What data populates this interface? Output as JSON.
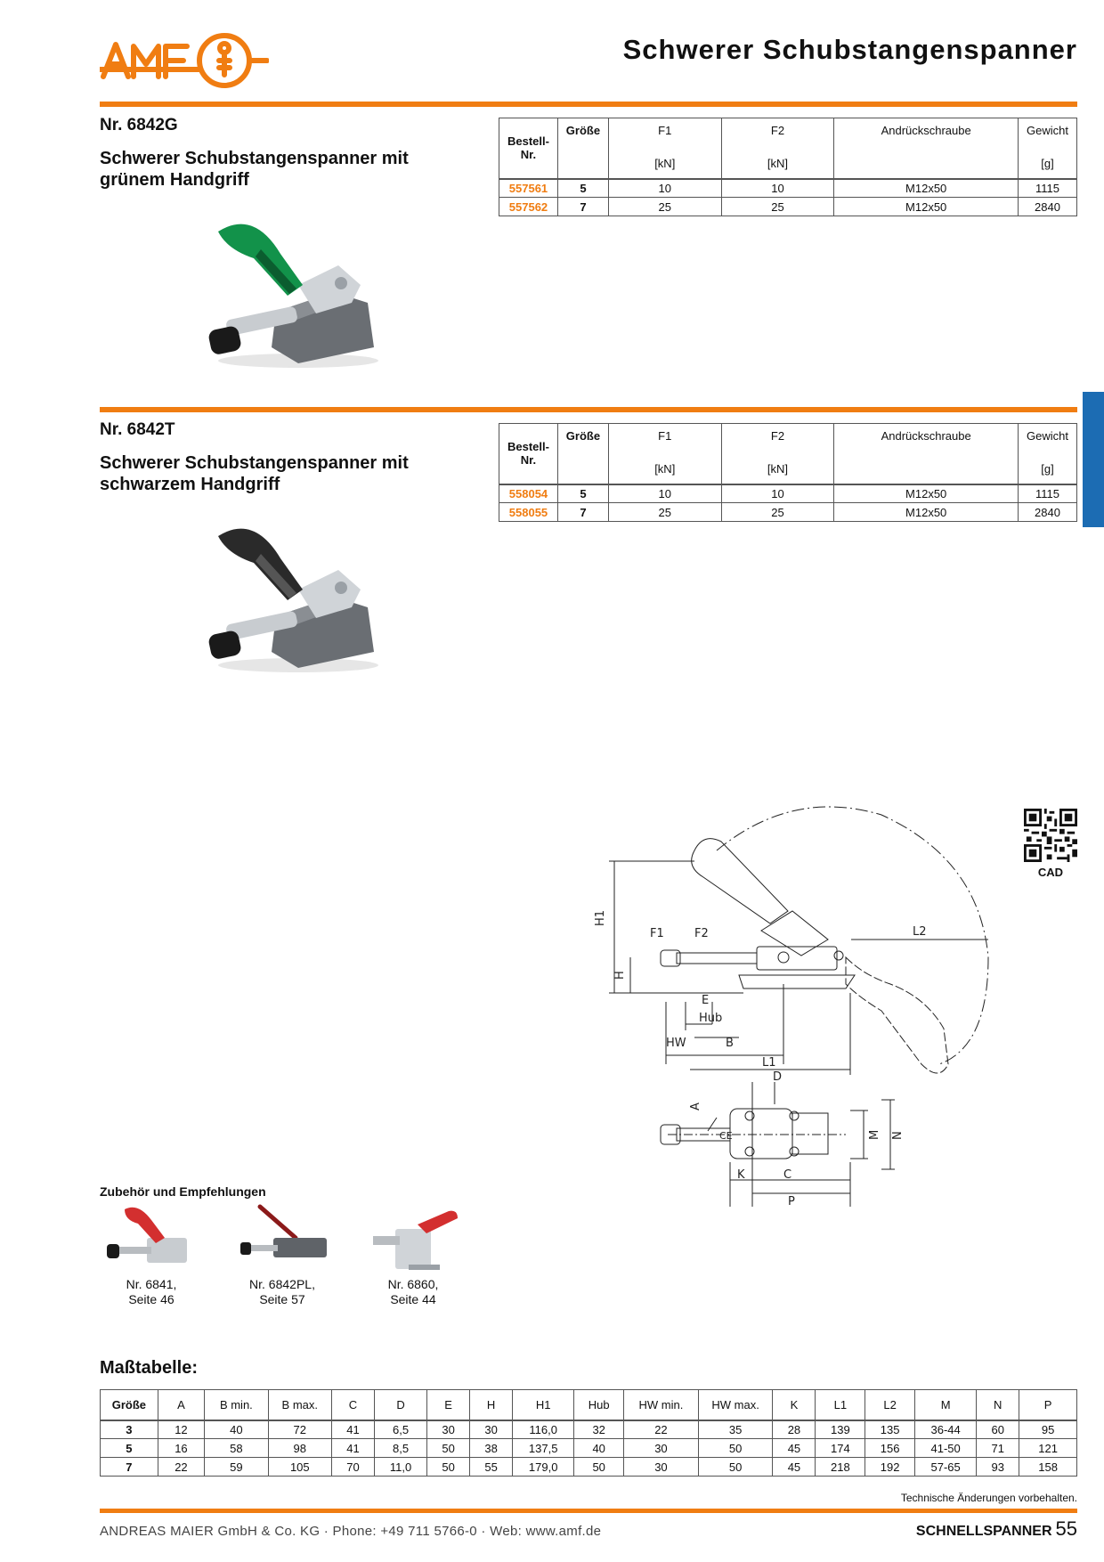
{
  "header": {
    "logo_text": "AMF",
    "title": "Schwerer Schubstangenspanner"
  },
  "products": [
    {
      "number": "Nr. 6842G",
      "description": "Schwerer Schubstangenspanner mit grünem Handgriff",
      "handle_color": "#12924a",
      "table": {
        "headers": {
          "order_no": "Bestell-Nr.",
          "size": "Größe",
          "f1": "F1",
          "f1_unit": "[kN]",
          "f2": "F2",
          "f2_unit": "[kN]",
          "screw": "Andrückschraube",
          "weight": "Gewicht",
          "weight_unit": "[g]"
        },
        "rows": [
          {
            "order_no": "557561",
            "size": "5",
            "f1": "10",
            "f2": "10",
            "screw": "M12x50",
            "weight": "1115"
          },
          {
            "order_no": "557562",
            "size": "7",
            "f1": "25",
            "f2": "25",
            "screw": "M12x50",
            "weight": "2840"
          }
        ]
      }
    },
    {
      "number": "Nr. 6842T",
      "description": "Schwerer Schubstangenspanner mit schwarzem Handgriff",
      "handle_color": "#2a2a2a",
      "table": {
        "headers": {
          "order_no": "Bestell-Nr.",
          "size": "Größe",
          "f1": "F1",
          "f1_unit": "[kN]",
          "f2": "F2",
          "f2_unit": "[kN]",
          "screw": "Andrückschraube",
          "weight": "Gewicht",
          "weight_unit": "[g]"
        },
        "rows": [
          {
            "order_no": "558054",
            "size": "5",
            "f1": "10",
            "f2": "10",
            "screw": "M12x50",
            "weight": "1115"
          },
          {
            "order_no": "558055",
            "size": "7",
            "f1": "25",
            "f2": "25",
            "screw": "M12x50",
            "weight": "2840"
          }
        ]
      }
    }
  ],
  "drawing_labels": {
    "h1": "H1",
    "h": "H",
    "f1": "F1",
    "f2": "F2",
    "e": "E",
    "hub": "Hub",
    "hw": "HW",
    "b": "B",
    "l1": "L1",
    "l2": "L2",
    "d": "D",
    "a": "A",
    "m": "M",
    "n": "N",
    "k": "K",
    "c": "C",
    "p": "P",
    "ce": "CE"
  },
  "qr": {
    "label": "CAD"
  },
  "accessories": {
    "heading": "Zubehör und Empfehlungen",
    "items": [
      {
        "line1": "Nr. 6841,",
        "line2": "Seite 46"
      },
      {
        "line1": "Nr. 6842PL,",
        "line2": "Seite 57"
      },
      {
        "line1": "Nr. 6860,",
        "line2": "Seite 44"
      }
    ]
  },
  "dimension_table": {
    "heading": "Maßtabelle:",
    "headers": [
      "Größe",
      "A",
      "B min.",
      "B max.",
      "C",
      "D",
      "E",
      "H",
      "H1",
      "Hub",
      "HW min.",
      "HW max.",
      "K",
      "L1",
      "L2",
      "M",
      "N",
      "P"
    ],
    "rows": [
      [
        "3",
        "12",
        "40",
        "72",
        "41",
        "6,5",
        "30",
        "30",
        "116,0",
        "32",
        "22",
        "35",
        "28",
        "139",
        "135",
        "36-44",
        "60",
        "95"
      ],
      [
        "5",
        "16",
        "58",
        "98",
        "41",
        "8,5",
        "50",
        "38",
        "137,5",
        "40",
        "30",
        "50",
        "45",
        "174",
        "156",
        "41-50",
        "71",
        "121"
      ],
      [
        "7",
        "22",
        "59",
        "105",
        "70",
        "11,0",
        "50",
        "55",
        "179,0",
        "50",
        "30",
        "50",
        "45",
        "218",
        "192",
        "57-65",
        "93",
        "158"
      ]
    ]
  },
  "note": "Technische Änderungen vorbehalten.",
  "footer": {
    "company": "ANDREAS MAIER GmbH & Co. KG · Phone: +49 711 5766-0 · Web: www.amf.de",
    "section": "SCHNELLSPANNER",
    "page": "55"
  },
  "colors": {
    "accent": "#f07d12",
    "tab_blue": "#1c6cb3"
  }
}
